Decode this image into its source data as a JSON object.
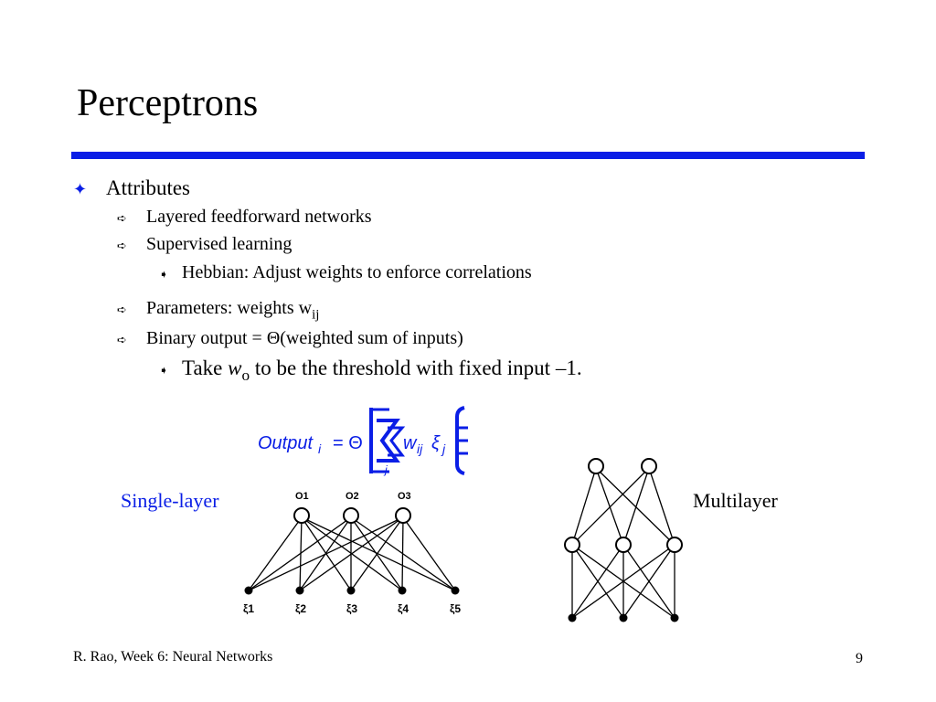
{
  "slide": {
    "title": "Perceptrons",
    "bullets": {
      "attributes": "Attributes",
      "layered": "Layered feedforward networks",
      "supervised": "Supervised learning",
      "hebbian": "Hebbian: Adjust weights to enforce correlations",
      "parameters_prefix": "Parameters: weights w",
      "parameters_sub": "ij",
      "binary": "Binary output = Θ(weighted sum of inputs)",
      "take_prefix": "Take",
      "take_var": "w",
      "take_sub": "o",
      "take_suffix": "to be the threshold with fixed input –1."
    },
    "formula": {
      "lhs": "Output",
      "lhs_sub": "i",
      "eq": "= Θ",
      "w": "w",
      "w_sub": "ij",
      "xi": "ξ",
      "xi_sub": "j",
      "sum_index": "j"
    },
    "single_layer_label": "Single-layer",
    "multilayer_label": "Multilayer",
    "single_layer_net": {
      "outputs": [
        "O1",
        "O2",
        "O3"
      ],
      "inputs": [
        "ξ1",
        "ξ2",
        "ξ3",
        "ξ4",
        "ξ5"
      ]
    },
    "footer": {
      "left": "R. Rao, Week 6: Neural Networks",
      "page": "9"
    },
    "colors": {
      "accent": "#0a1ee6",
      "formula": "#0a1ee6"
    }
  }
}
